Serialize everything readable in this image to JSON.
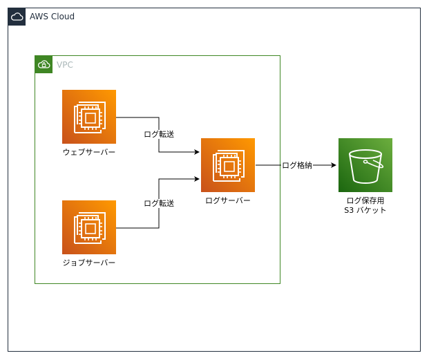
{
  "groups": {
    "aws_cloud": {
      "label": "AWS Cloud",
      "icon": "cloud-icon",
      "color": "#232f3e"
    },
    "vpc": {
      "label": "VPC",
      "icon": "vpc-cloud-lock-icon",
      "color": "#3f8624"
    }
  },
  "nodes": {
    "web_server": {
      "label": "ウェブサーバー",
      "icon": "ec2-instance-icon"
    },
    "job_server": {
      "label": "ジョブサーバー",
      "icon": "ec2-instance-icon"
    },
    "log_server": {
      "label": "ログサーバー",
      "icon": "ec2-instance-icon"
    },
    "s3_bucket": {
      "label_line1": "ログ保存用",
      "label_line2": "S3 バケット",
      "icon": "s3-bucket-icon"
    }
  },
  "edges": {
    "web_to_log": {
      "label": "ログ転送"
    },
    "job_to_log": {
      "label": "ログ転送"
    },
    "log_to_s3": {
      "label": "ログ格納"
    }
  }
}
